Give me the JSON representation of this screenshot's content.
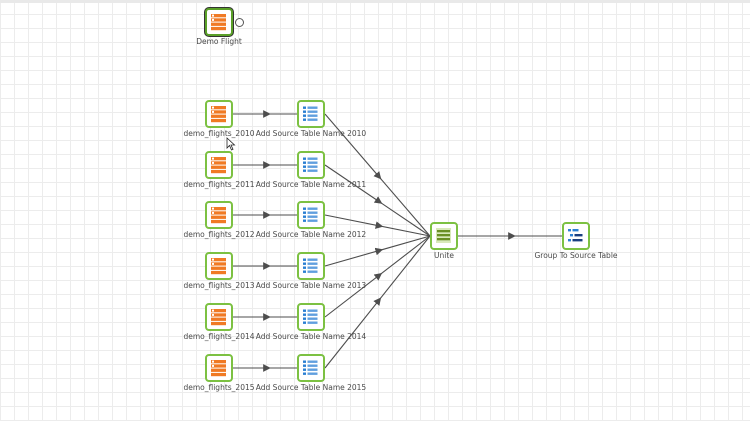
{
  "title_node": {
    "label": "Demo Flight",
    "icon": "csv-source-icon",
    "color": "#f07a24"
  },
  "sources": [
    {
      "label": "demo_flights_2010"
    },
    {
      "label": "demo_flights_2011"
    },
    {
      "label": "demo_flights_2012"
    },
    {
      "label": "demo_flights_2013"
    },
    {
      "label": "demo_flights_2014"
    },
    {
      "label": "demo_flights_2015"
    }
  ],
  "transforms": [
    {
      "label": "Add Source Table Name 2010"
    },
    {
      "label": "Add Source Table Name 2011"
    },
    {
      "label": "Add Source Table Name 2012"
    },
    {
      "label": "Add Source Table Name 2013"
    },
    {
      "label": "Add Source Table Name 2014"
    },
    {
      "label": "Add Source Table Name 2015"
    }
  ],
  "unite": {
    "label": "Unite",
    "icon": "unite-icon"
  },
  "group": {
    "label": "Group To Source Table",
    "icon": "group-icon"
  },
  "colors": {
    "node_border": "#7cc142",
    "source_fill": "#f07a24",
    "transform_fill": "#2b7fd3",
    "edge": "#4d4d4d"
  }
}
